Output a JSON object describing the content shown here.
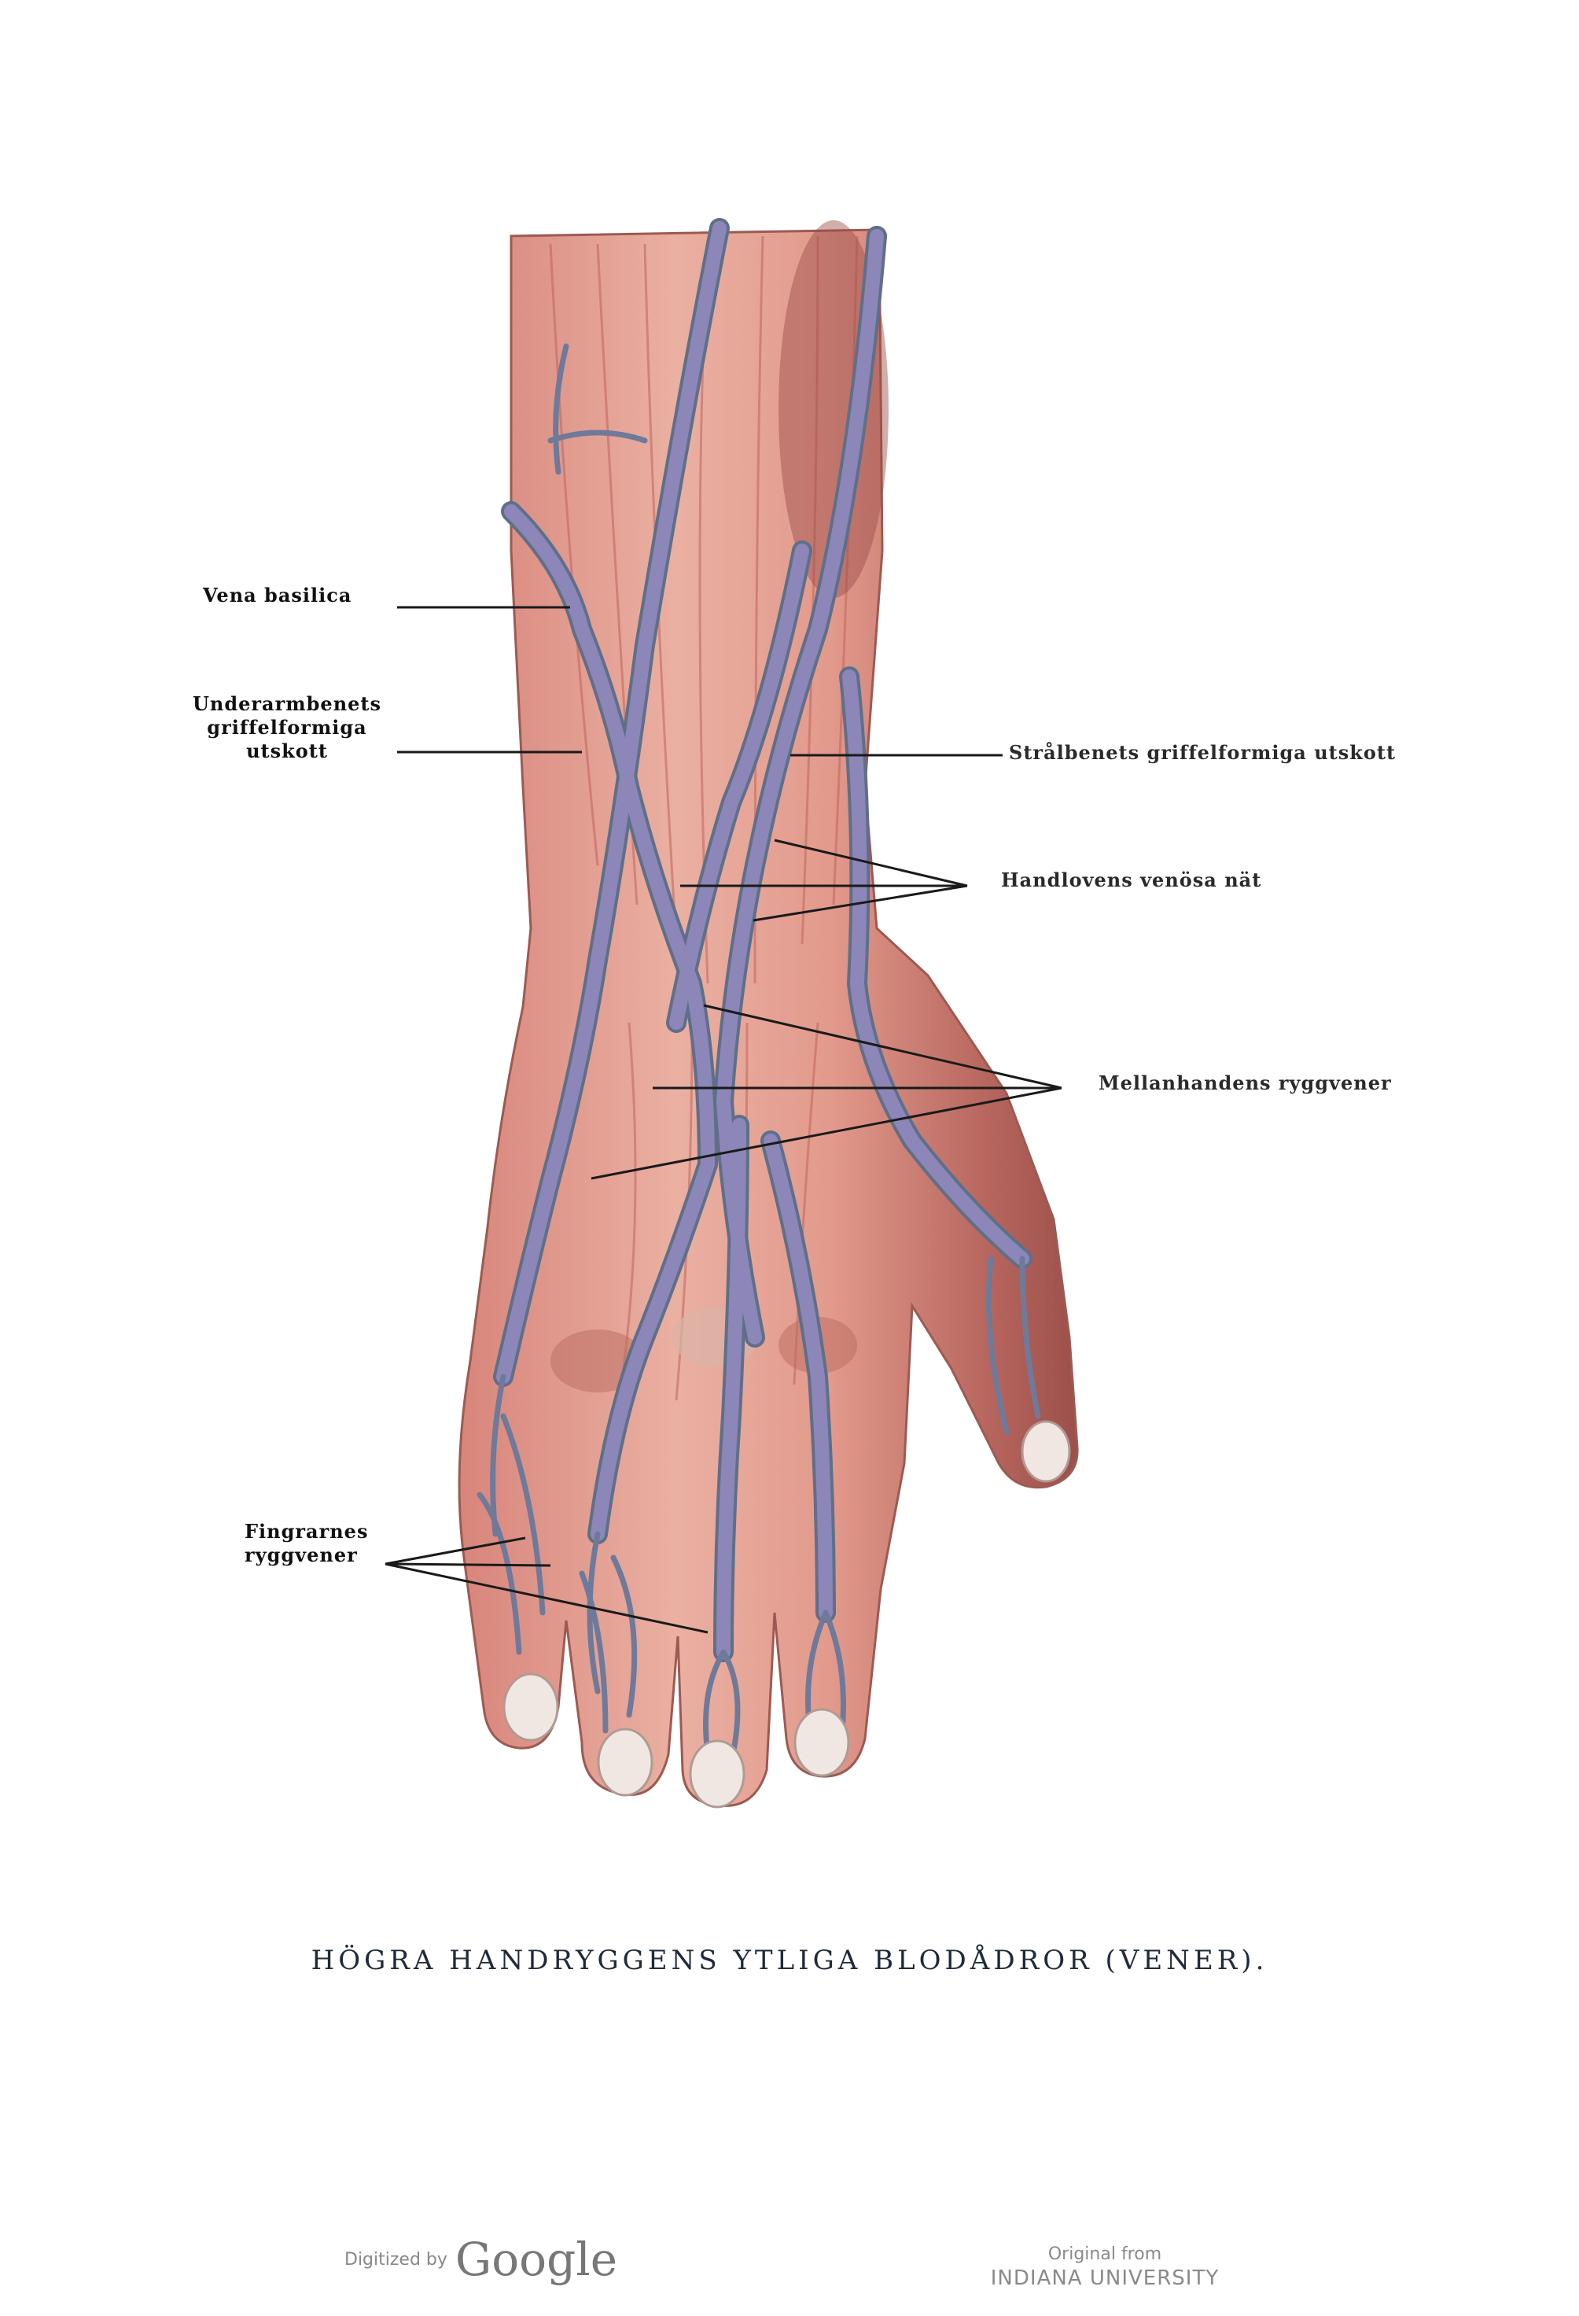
{
  "labels": {
    "vena_basilica": "Vena  basilica",
    "underarmbenets": [
      "Underarmbenets",
      "griffelformiga",
      "utskott"
    ],
    "stralbenets": "Strålbenets  griffelformiga  utskott",
    "handlovens": "Handlovens  venösa  nät",
    "mellanhandens": "Mellanhandens  ryggvener",
    "fingrarnes": [
      "Fingrarnes",
      "ryggvener"
    ]
  },
  "caption": "HÖGRA   HANDRYGGENS   YTLIGA   BLODÅDROR   (VENER).",
  "footer": {
    "digitized_by": "Digitized by",
    "google": "Google",
    "original_from": "Original from",
    "institution": "INDIANA UNIVERSITY"
  },
  "colors": {
    "skin": "#e9a79a",
    "muscle": "#c9665e",
    "vein": "#8c87b8",
    "vein_edge": "#5f6f88",
    "nail": "#f1e7e2",
    "leader": "#1a1a1a"
  }
}
